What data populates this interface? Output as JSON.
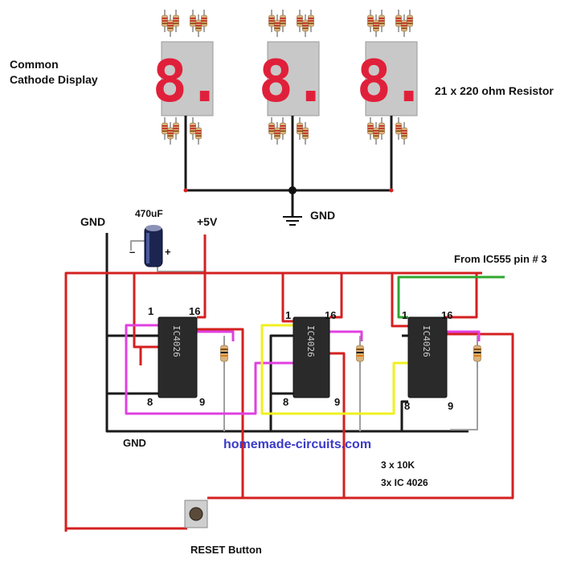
{
  "labels": {
    "display_type": "Common\nCathode Display",
    "resistor_spec": "21 x 220 ohm Resistor",
    "gnd_display": "GND",
    "gnd_left": "GND",
    "capacitor": "470uF",
    "supply": "+5V",
    "cap_minus": "–",
    "cap_plus": "+",
    "clock_source": "From IC555 pin # 3",
    "gnd_bottom": "GND",
    "watermark": "homemade-circuits.com",
    "resistor_count": "3 x 10K",
    "ic_count": "3x IC 4026",
    "reset": "RESET Button"
  },
  "displays": [
    {
      "digit": "8."
    },
    {
      "digit": "8."
    },
    {
      "digit": "8."
    }
  ],
  "ics": [
    {
      "part": "IC4026",
      "pin_top_left": "1",
      "pin_top_right": "16",
      "pin_bottom_left": "8",
      "pin_bottom_right": "9"
    },
    {
      "part": "IC4026",
      "pin_top_left": "1",
      "pin_top_right": "16",
      "pin_bottom_left": "8",
      "pin_bottom_right": "9"
    },
    {
      "part": "IC4026",
      "pin_top_left": "1",
      "pin_top_right": "16",
      "pin_bottom_left": "8",
      "pin_bottom_right": "9"
    }
  ],
  "colors": {
    "red_wire": "#d42020",
    "black_wire": "#1a1a1a",
    "gray_wire": "#a0a0a0",
    "green_wire": "#2fa82f",
    "magenta_wire": "#e040e0",
    "yellow_wire": "#f0f020",
    "display_body": "#c8c8c8",
    "segment": "#e0203a",
    "chip_body": "#2a2a2a",
    "watermark": "#3a3ac8"
  }
}
